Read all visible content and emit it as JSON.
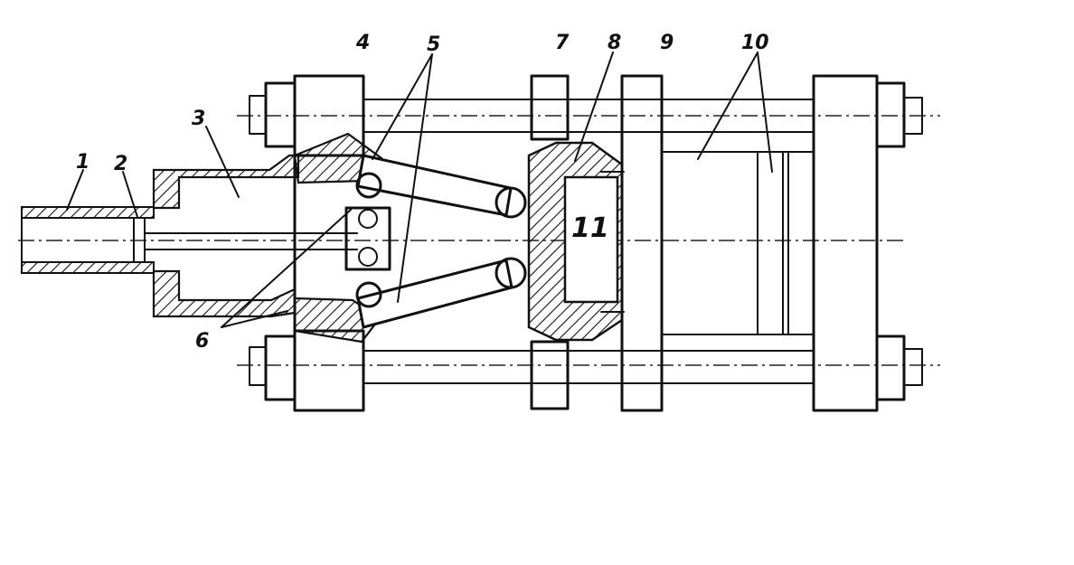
{
  "labels": {
    "n1": "1",
    "n2": "2",
    "n3": "3",
    "n4": "4",
    "n5": "5",
    "n6": "6",
    "n7": "7",
    "n8": "8",
    "n9": "9",
    "n10": "10",
    "n11": "11"
  },
  "colors": {
    "ink": "#111111",
    "paper": "#ffffff"
  }
}
